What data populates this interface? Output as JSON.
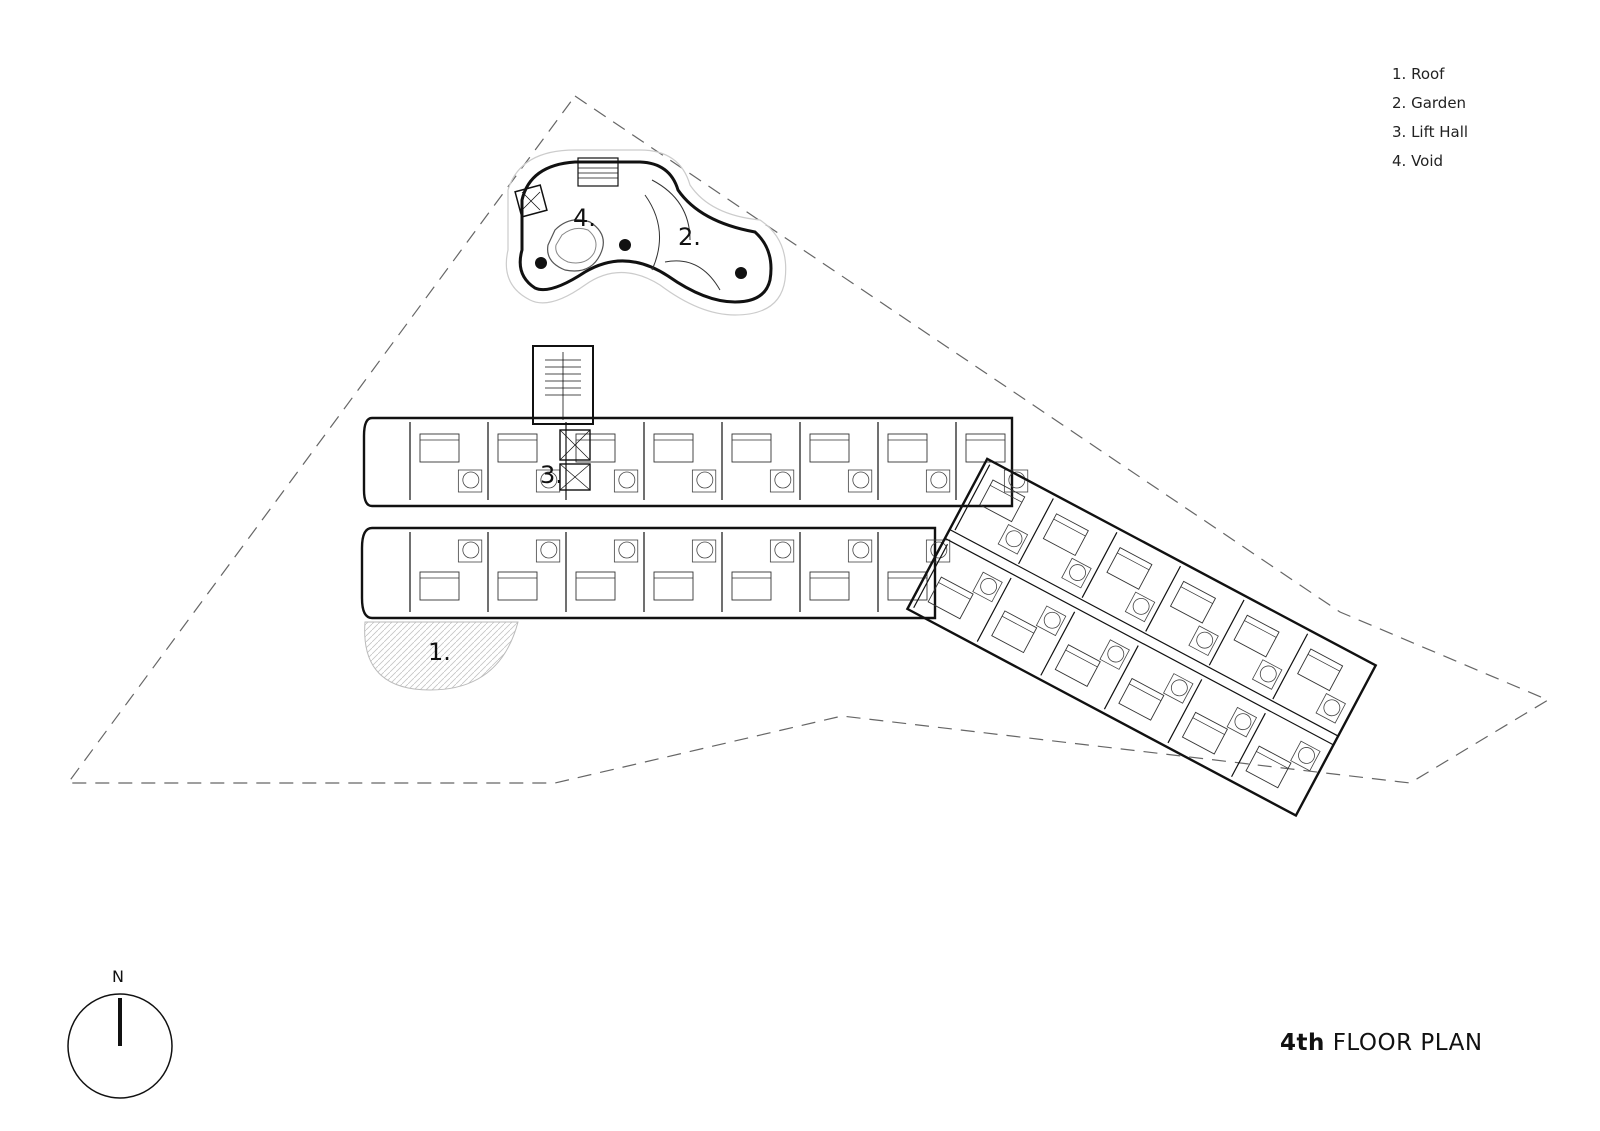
{
  "legend": {
    "items": [
      "1. Roof",
      "2. Garden",
      "3. Lift Hall",
      "4. Void"
    ]
  },
  "zone_labels": {
    "roof": "1.",
    "garden": "2.",
    "lift_hall": "3.",
    "void": "4."
  },
  "title": {
    "level": "4th",
    "name": "FLOOR PLAN"
  },
  "north": {
    "letter": "N"
  },
  "colors": {
    "line": "#111111",
    "site_line": "#555555",
    "roof_hatch": "#bbbbbb",
    "background": "#ffffff"
  }
}
